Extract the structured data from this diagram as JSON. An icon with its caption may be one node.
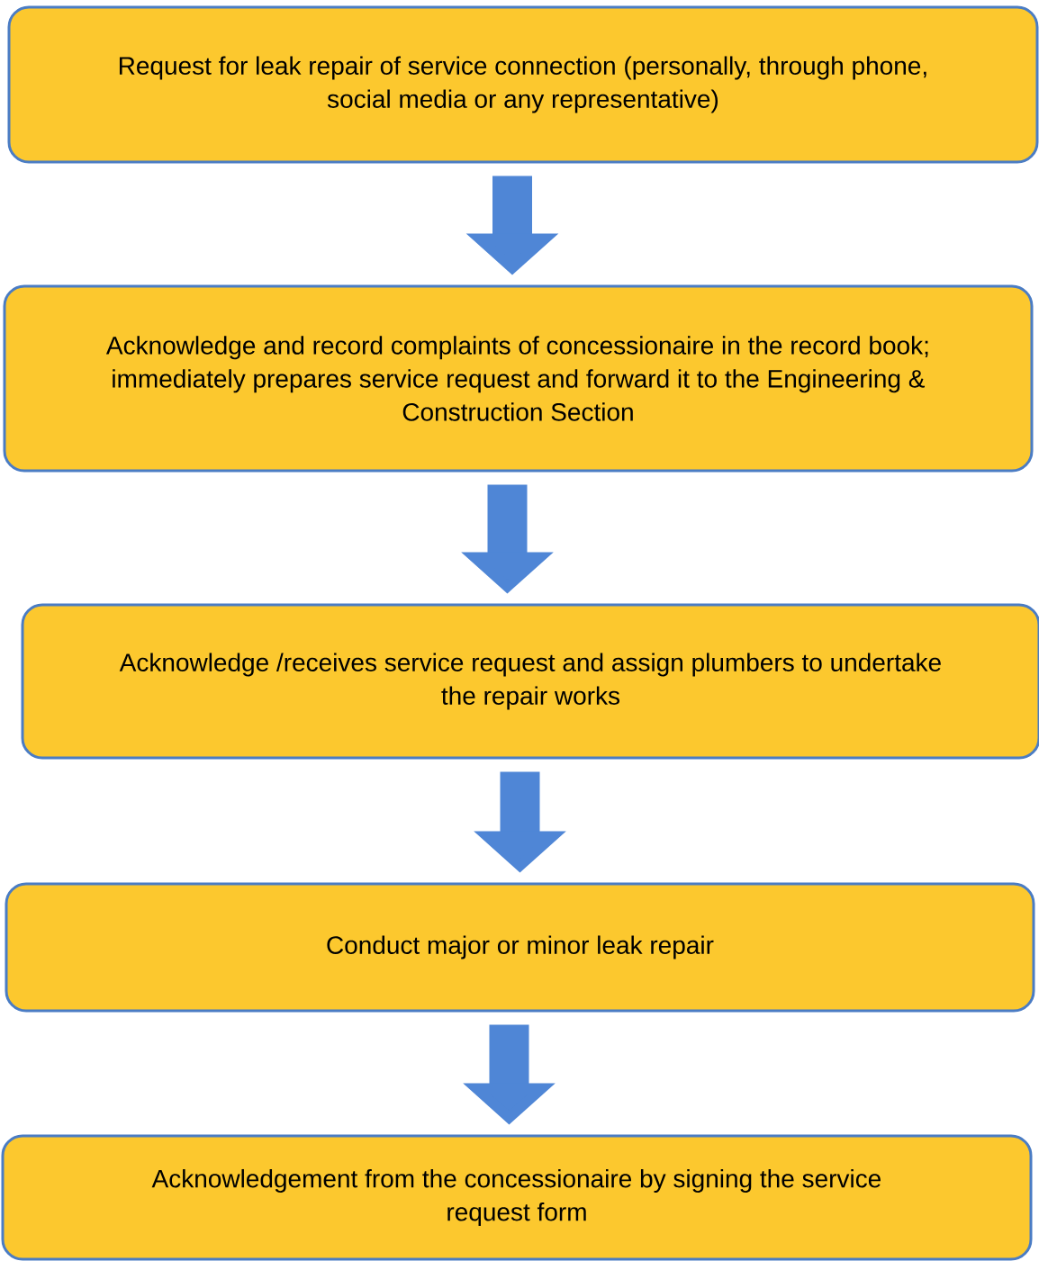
{
  "diagram": {
    "nodes": [
      {
        "text": [
          "Request for leak repair of service connection (personally, through phone, social media or any representative)"
        ]
      },
      {
        "text": [
          "Acknowledge and record complaints of concessionaire in the record book; immediately prepares service request and forward it to the Engineering & Construction Section"
        ]
      },
      {
        "text": [
          "Acknowledge /receives service request and assign plumbers to undertake the repair works"
        ]
      },
      {
        "text": [
          "Conduct major or minor leak repair"
        ]
      },
      {
        "text": [
          "Acknowledgement from the concessionaire by signing the service request form"
        ]
      }
    ],
    "edges": [
      {
        "from": 0,
        "to": 1,
        "arrow": "to"
      },
      {
        "from": 1,
        "to": 2,
        "arrow": "to"
      },
      {
        "from": 2,
        "to": 3,
        "arrow": "to"
      },
      {
        "from": 3,
        "to": 4,
        "arrow": "to"
      }
    ]
  }
}
